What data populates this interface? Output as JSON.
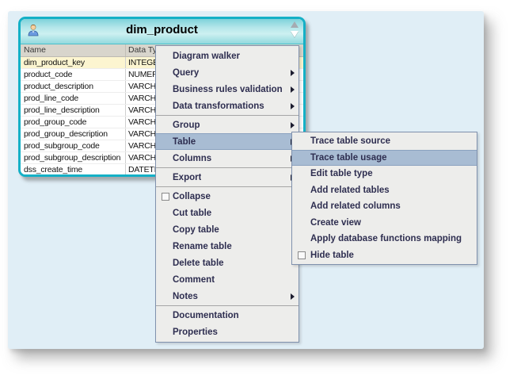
{
  "table_widget": {
    "title": "dim_product",
    "columns": [
      "Name",
      "Data Type"
    ],
    "rows": [
      {
        "name": "dim_product_key",
        "type": "INTEGER"
      },
      {
        "name": "product_code",
        "type": "NUMERIC"
      },
      {
        "name": "product_description",
        "type": "VARCHAR"
      },
      {
        "name": "prod_line_code",
        "type": "VARCHAR"
      },
      {
        "name": "prod_line_description",
        "type": "VARCHAR"
      },
      {
        "name": "prod_group_code",
        "type": "VARCHAR"
      },
      {
        "name": "prod_group_description",
        "type": "VARCHAR"
      },
      {
        "name": "prod_subgroup_code",
        "type": "VARCHAR"
      },
      {
        "name": "prod_subgroup_description",
        "type": "VARCHAR"
      },
      {
        "name": "dss_create_time",
        "type": "DATETIME"
      }
    ]
  },
  "context_menu": {
    "items": [
      {
        "label": "Diagram walker",
        "has_submenu": false
      },
      {
        "label": "Query",
        "has_submenu": true
      },
      {
        "label": "Business rules validation",
        "has_submenu": true
      },
      {
        "label": "Data transformations",
        "has_submenu": true
      },
      {
        "label": "Group",
        "has_submenu": true
      },
      {
        "label": "Table",
        "has_submenu": true,
        "selected": true
      },
      {
        "label": "Columns",
        "has_submenu": true
      },
      {
        "label": "Export",
        "has_submenu": true
      },
      {
        "label": "Collapse",
        "checkbox": true,
        "checked": false
      },
      {
        "label": "Cut table"
      },
      {
        "label": "Copy table"
      },
      {
        "label": "Rename table"
      },
      {
        "label": "Delete table"
      },
      {
        "label": "Comment"
      },
      {
        "label": "Notes",
        "has_submenu": true
      },
      {
        "label": "Documentation"
      },
      {
        "label": "Properties"
      }
    ]
  },
  "submenu": {
    "parent": "Table",
    "items": [
      {
        "label": "Trace table source"
      },
      {
        "label": "Trace table usage",
        "selected": true
      },
      {
        "label": "Edit table type"
      },
      {
        "label": "Add related tables"
      },
      {
        "label": "Add related columns"
      },
      {
        "label": "Create view"
      },
      {
        "label": "Apply database functions mapping"
      },
      {
        "label": "Hide table",
        "checkbox": true,
        "checked": false
      }
    ]
  },
  "colors": {
    "canvas_bg": "#e0eef6",
    "table_border_teal": "#14b0c6",
    "header_gradient_light": "#cdf0f1",
    "key_row_yellow": "#fcf5d0",
    "menu_bg": "#ededeb",
    "menu_selection": "#a8bcd3",
    "menu_text": "#2e2e50"
  }
}
